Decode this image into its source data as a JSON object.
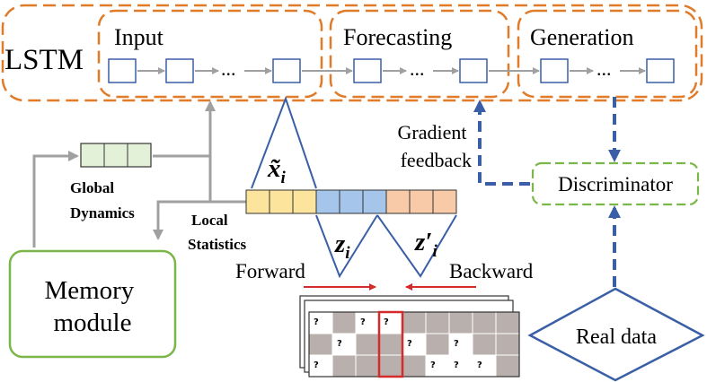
{
  "lstm": {
    "label": "LSTM"
  },
  "stages": {
    "input": {
      "label": "Input",
      "ellipsis": "..."
    },
    "forecasting": {
      "label": "Forecasting",
      "ellipsis": "..."
    },
    "generation": {
      "label": "Generation",
      "ellipsis": "..."
    }
  },
  "labels": {
    "global_dynamics": "Global Dynamics",
    "local_statistics": "Local Statistics",
    "x_tilde": "x̃",
    "x_sub": "i",
    "z": "z",
    "z_sub": "i",
    "z_prime": "z′",
    "z_prime_sub": "i",
    "forward": "Forward",
    "backward": "Backward",
    "gradient_feedback_line1": "Gradient",
    "gradient_feedback_line2": "feedback"
  },
  "modules": {
    "memory_line1": "Memory",
    "memory_line2": "module",
    "discriminator": "Discriminator",
    "real_data": "Real data"
  },
  "missing_mark": "?",
  "colors": {
    "orange": "#e07b2a",
    "blue": "#3a5fa6",
    "green": "#7ab648",
    "gray": "#a0a0a0",
    "red": "#d42a2a",
    "global_fill": "#e4f1d9",
    "yellow_fill": "#fde49c",
    "blue_fill": "#a6c5eb",
    "peach_fill": "#f8caa8",
    "cell_gray": "#b9b0ad"
  }
}
